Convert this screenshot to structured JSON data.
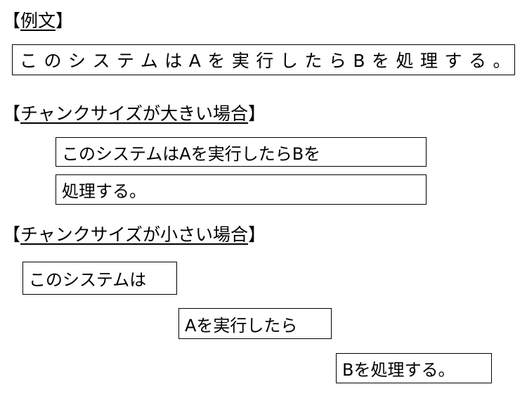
{
  "sections": {
    "example": {
      "open": "【",
      "title": "例文",
      "close": "】",
      "sentence": "このシステムはAを実行したらBを処理する。"
    },
    "large_chunk": {
      "open": "【",
      "title": "チャンクサイズが大きい場合",
      "close": "】",
      "chunks": [
        "このシステムはAを実行したらBを",
        "処理する。"
      ]
    },
    "small_chunk": {
      "open": "【",
      "title": "チャンクサイズが小さい場合",
      "close": "】",
      "chunks": [
        "このシステムは",
        "Aを実行したら",
        "Bを処理する。"
      ]
    }
  }
}
